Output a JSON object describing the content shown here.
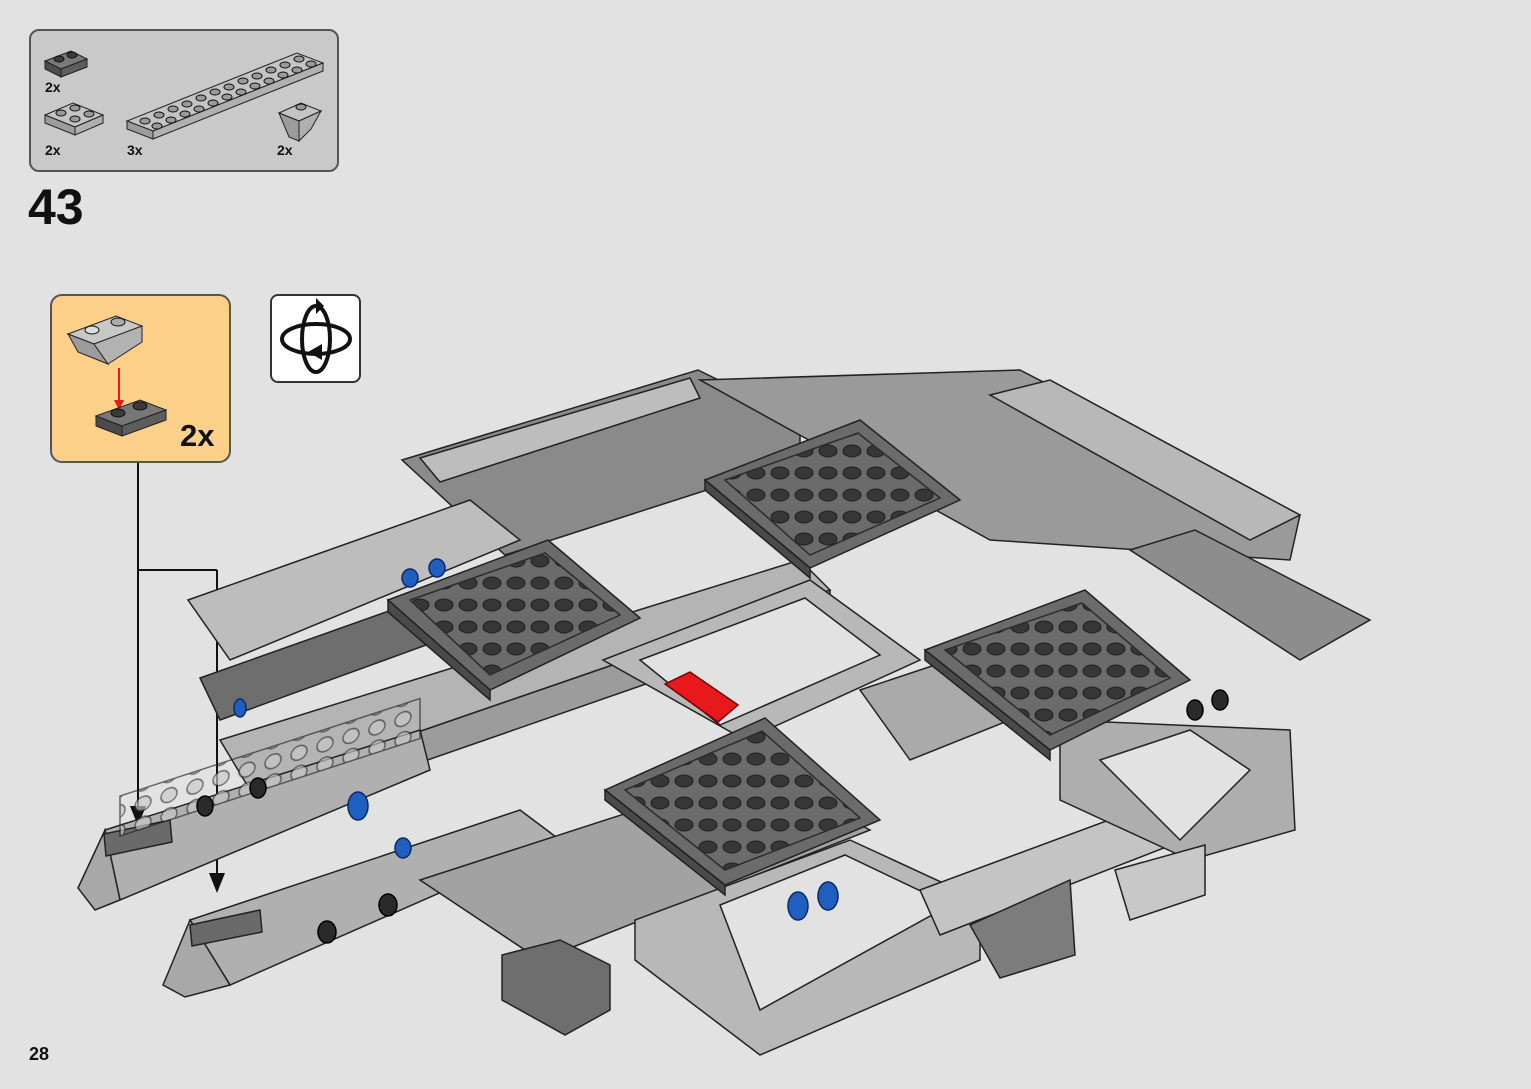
{
  "step": {
    "number": "43"
  },
  "parts_list": {
    "items": [
      {
        "qty": "2x",
        "icon": "dark-gray-plate-1x2-icon"
      },
      {
        "qty": "2x",
        "icon": "light-gray-plate-2x2-icon"
      },
      {
        "qty": "3x",
        "icon": "light-gray-plate-2x12-icon"
      },
      {
        "qty": "2x",
        "icon": "light-gray-slope-inverted-icon"
      }
    ]
  },
  "sub_assembly": {
    "qty": "2x"
  },
  "rotate": {
    "icon": "rotate-model-icon"
  },
  "page": {
    "number": "28"
  },
  "colors": {
    "background": "#e2e2e2",
    "light_gray": "#a8a8a8",
    "dark_gray": "#6b6b6b",
    "callout": "#fdd08a",
    "highlight_red": "#e8191d",
    "pin_blue": "#1f5fc0"
  }
}
